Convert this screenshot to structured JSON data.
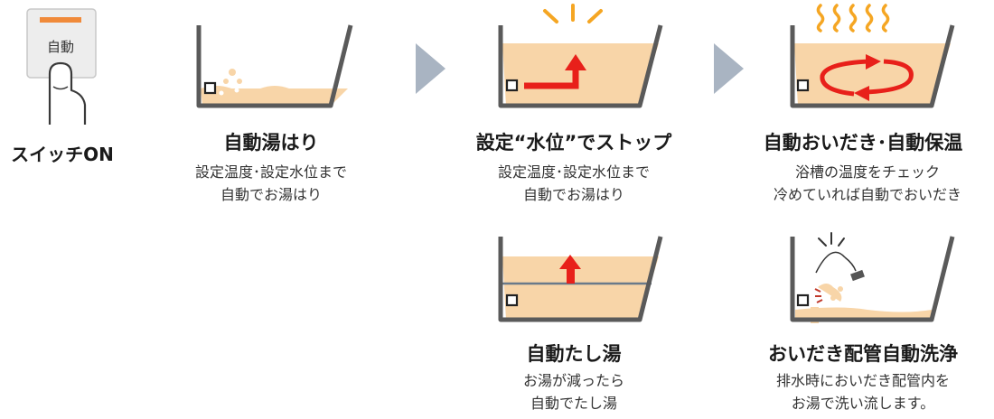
{
  "switch": {
    "button_label": "自動",
    "caption": "スイッチON"
  },
  "steps": [
    {
      "title": "自動湯はり",
      "lines": [
        "設定温度･設定水位まで",
        "自動でお湯はり"
      ]
    },
    {
      "title": "設定“水位”でストップ",
      "lines": [
        "設定温度･設定水位まで",
        "自動でお湯はり"
      ]
    },
    {
      "title": "自動おいだき･自動保温",
      "lines": [
        "浴槽の温度をチェック",
        "冷めていれば自動でおいだき"
      ]
    },
    {
      "title": "自動たし湯",
      "lines": [
        "お湯が減ったら",
        "自動でたし湯"
      ]
    },
    {
      "title": "おいだき配管自動洗浄",
      "lines": [
        "排水時においだき配管内を",
        "お湯で洗い流します。"
      ]
    }
  ],
  "colors": {
    "water": "#f8d5a8",
    "tub_outline": "#5a5a5a",
    "arrow_red": "#e8201a",
    "heat_orange": "#f5a623",
    "chevron_gray": "#a9b4c2",
    "switch_accent": "#f08a3a"
  }
}
